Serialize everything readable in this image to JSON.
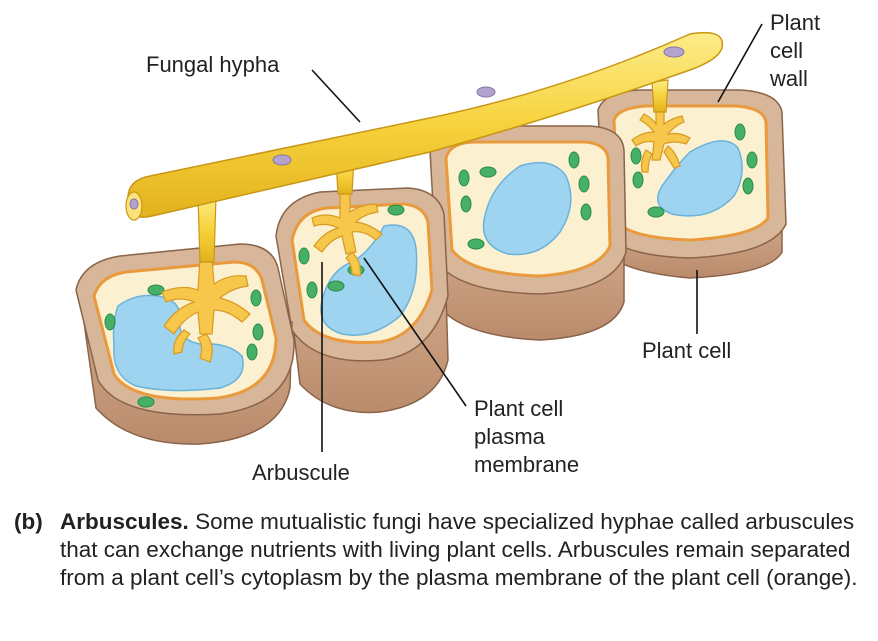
{
  "labels": {
    "fungal_hypha": "Fungal hypha",
    "plant_cell_wall": [
      "Plant",
      "cell",
      "wall"
    ],
    "plant_cell": "Plant cell",
    "plant_cell_membrane": [
      "Plant cell",
      "plasma",
      "membrane"
    ],
    "arbuscule": "Arbuscule"
  },
  "caption": {
    "tag": "(b)",
    "heading": "Arbuscules.",
    "text": "Some mutualistic fungi have specialized hyphae called arbuscules that can exchange nutrients with living plant cells. Arbuscules remain separated from a plant cell’s cytoplasm by the plasma membrane of the plant cell (orange)."
  },
  "colors": {
    "cell_wall": "#d7b69a",
    "cell_wall_side": "#c69a7c",
    "membrane": "#e89a3c",
    "cytoplasm": "#fbf0cf",
    "vacuole": "#9ed4ef",
    "chloroplast": "#46b066",
    "hypha": "#f7d23c",
    "nucleus": "#b3a4cf"
  }
}
